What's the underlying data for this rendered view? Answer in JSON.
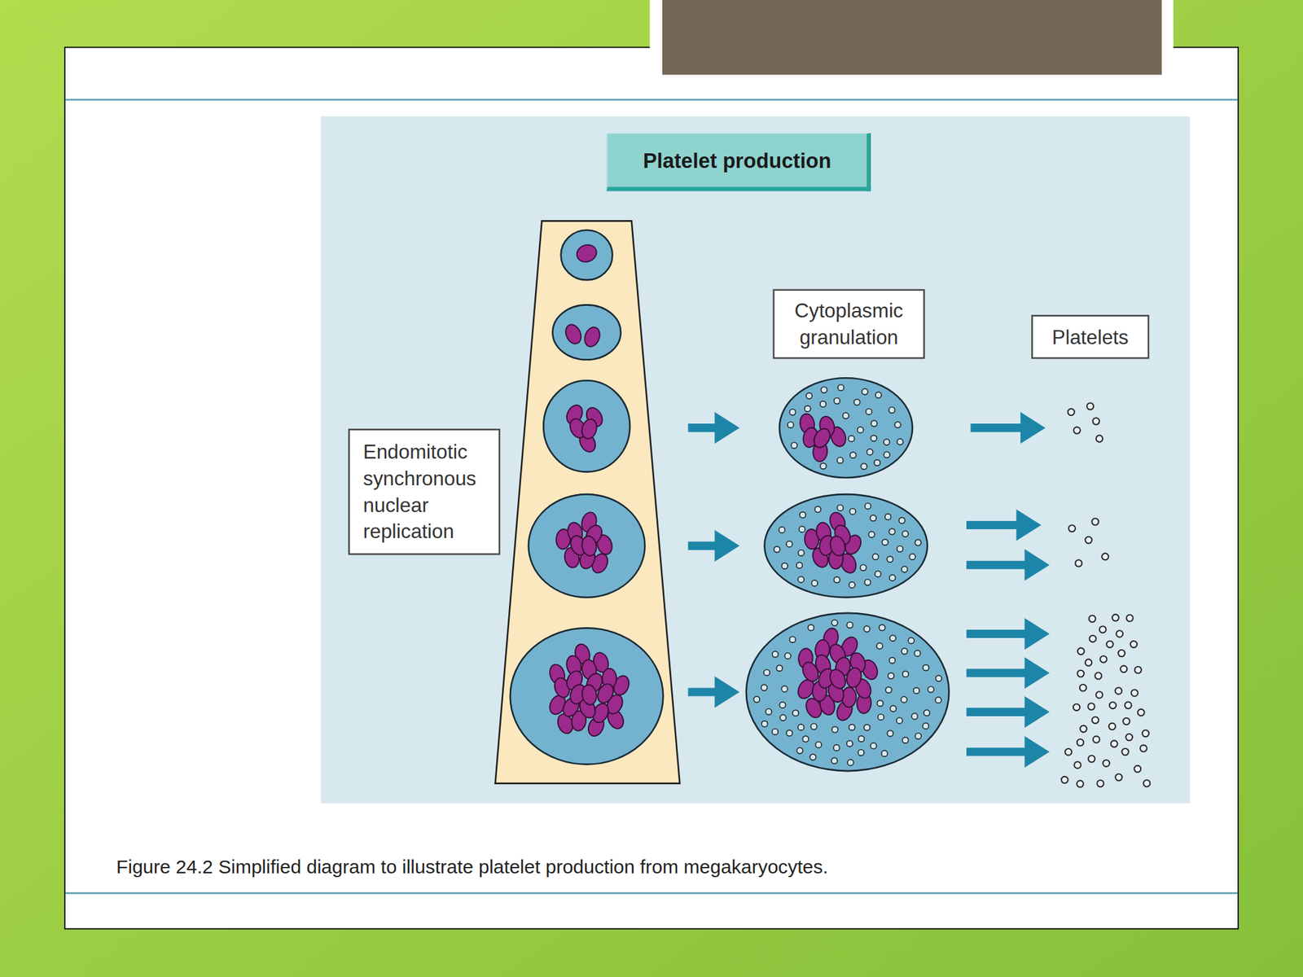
{
  "diagram": {
    "title": "Platelet production",
    "caption": "Figure 24.2 Simplified diagram to illustrate platelet production from megakaryocytes.",
    "nodes": [
      {
        "text": [
          "Endomitotic synchronous nuclear replication"
        ]
      },
      {
        "text": [
          "Cytoplasmic granulation"
        ]
      },
      {
        "text": [
          "Platelets"
        ]
      }
    ]
  }
}
